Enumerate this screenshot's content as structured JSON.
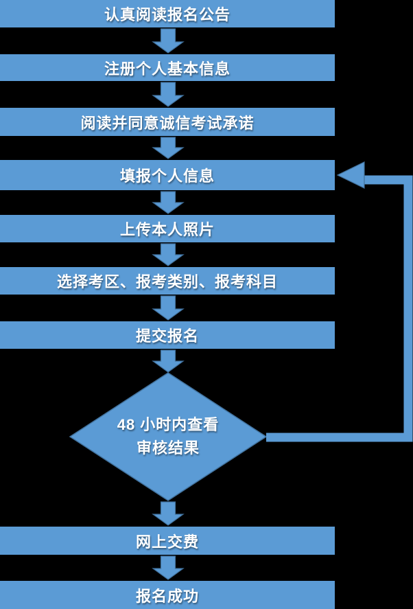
{
  "diagram": {
    "type": "flowchart",
    "colors": {
      "shape_fill": "#5b9bd5",
      "shape_border": "#41719c",
      "text": "#ffffff",
      "background": "#000000"
    },
    "nodes": [
      {
        "id": "read-announcement",
        "type": "process",
        "label": "认真阅读报名公告"
      },
      {
        "id": "register-basic-info",
        "type": "process",
        "label": "注册个人基本信息"
      },
      {
        "id": "agree-honesty-pledge",
        "type": "process",
        "label": "阅读并同意诚信考试承诺"
      },
      {
        "id": "fill-personal-info",
        "type": "process",
        "label": "填报个人信息"
      },
      {
        "id": "upload-photo",
        "type": "process",
        "label": "上传本人照片"
      },
      {
        "id": "select-exam-options",
        "type": "process",
        "label": "选择考区、报考类别、报考科目"
      },
      {
        "id": "submit-registration",
        "type": "process",
        "label": "提交报名"
      },
      {
        "id": "check-review-result",
        "type": "decision",
        "label": "48 小时内查看 审核结果",
        "lines": [
          "48 小时内查看",
          "审核结果"
        ]
      },
      {
        "id": "pay-online",
        "type": "process",
        "label": "网上交费"
      },
      {
        "id": "registration-success",
        "type": "process",
        "label": "报名成功"
      }
    ],
    "edges": [
      {
        "from": "read-announcement",
        "to": "register-basic-info",
        "style": "down-arrow"
      },
      {
        "from": "register-basic-info",
        "to": "agree-honesty-pledge",
        "style": "down-arrow"
      },
      {
        "from": "agree-honesty-pledge",
        "to": "fill-personal-info",
        "style": "down-arrow"
      },
      {
        "from": "fill-personal-info",
        "to": "upload-photo",
        "style": "down-arrow"
      },
      {
        "from": "upload-photo",
        "to": "select-exam-options",
        "style": "down-arrow"
      },
      {
        "from": "select-exam-options",
        "to": "submit-registration",
        "style": "down-arrow"
      },
      {
        "from": "submit-registration",
        "to": "check-review-result",
        "style": "down-arrow"
      },
      {
        "from": "check-review-result",
        "to": "pay-online",
        "style": "down-arrow"
      },
      {
        "from": "pay-online",
        "to": "registration-success",
        "style": "down-arrow"
      },
      {
        "from": "check-review-result",
        "to": "fill-personal-info",
        "style": "loop-back-right"
      }
    ]
  }
}
